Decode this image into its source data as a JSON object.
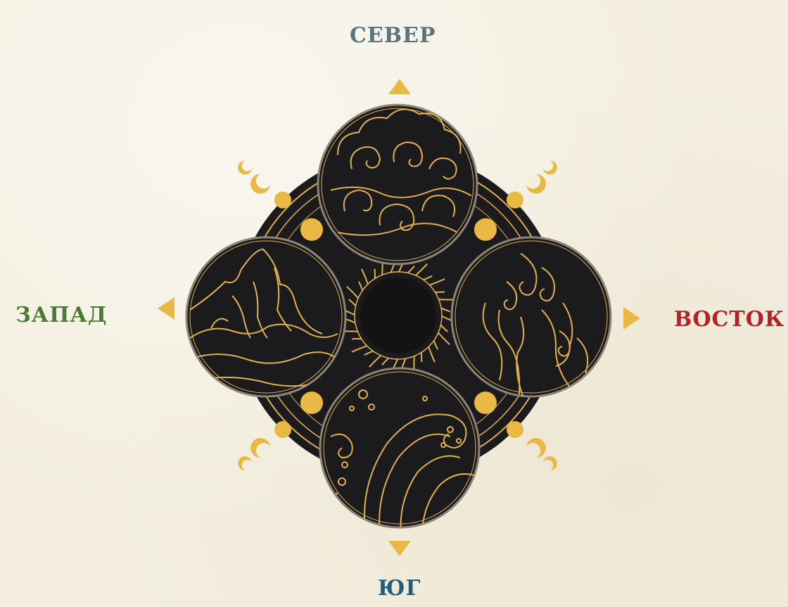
{
  "directions": {
    "north": {
      "label": "СЕВЕР",
      "color": "#5a7582"
    },
    "west": {
      "label": "ЗАПАД",
      "color": "#4a7a34"
    },
    "east": {
      "label": "ВОСТОК",
      "color": "#b42127"
    },
    "south": {
      "label": "ЮГ",
      "color": "#1f5c7e"
    }
  },
  "colors": {
    "gold": "#e9b845",
    "line": "#e3b04e",
    "disc": "#1b1a1c",
    "background": "#f3eedf"
  },
  "icons": {
    "north": "clouds-icon",
    "west": "mountain-icon",
    "east": "fire-icon",
    "south": "wave-icon",
    "center": "sun-icon"
  }
}
